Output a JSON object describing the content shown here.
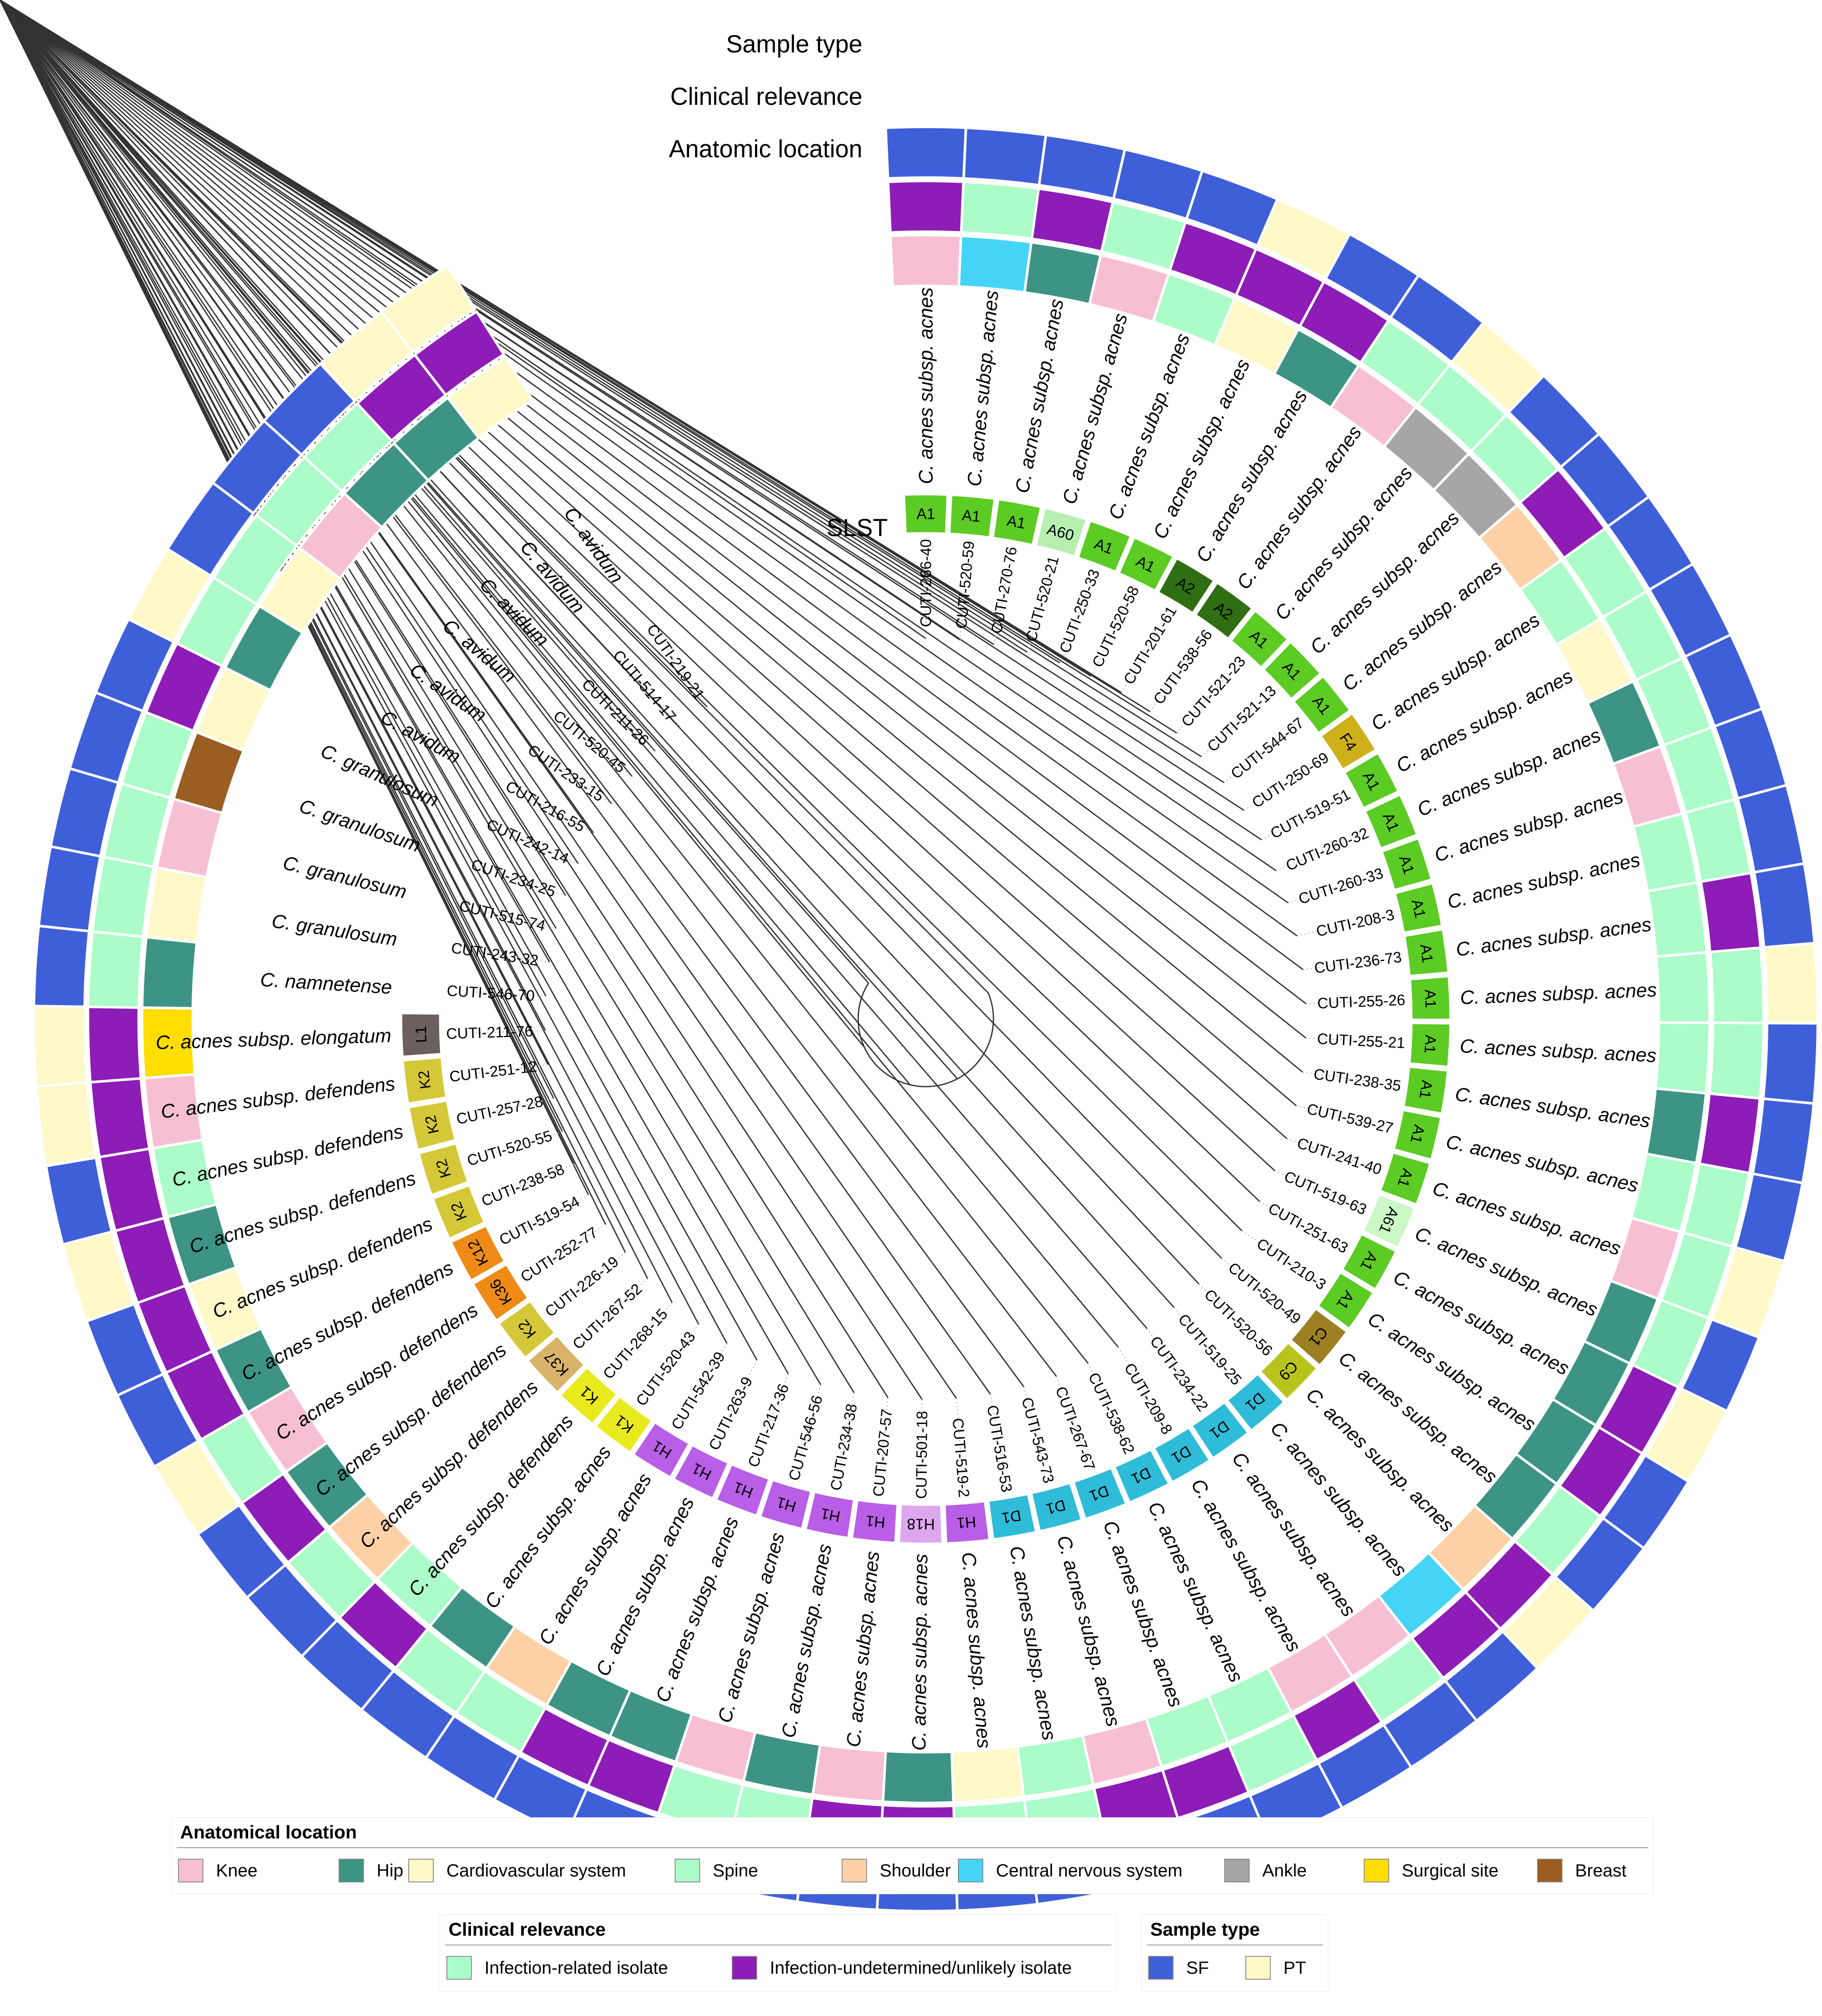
{
  "ring_labels": {
    "sample_type": "Sample type",
    "clinical_relevance": "Clinical relevance",
    "anatomic_location": "Anatomic location",
    "slst": "SLST"
  },
  "colors": {
    "Knee": "#f7bfd3",
    "Hip": "#3d9485",
    "Cardiovascular system": "#fff8c8",
    "Spine": "#abfcc8",
    "Shoulder": "#fdd1a5",
    "Central nervous system": "#45d4f5",
    "Ankle": "#a6a6a6",
    "Surgical site": "#ffdd00",
    "Breast": "#9a5e22",
    "Infection-related isolate": "#abfcc8",
    "Infection-undetermined/unlikely isolate": "#8e1cb7",
    "SF": "#3f5fd9",
    "PT": "#fff8c8"
  },
  "slst_colors": {
    "A1": "#5ccb23",
    "A2": "#2f6e12",
    "A60": "#b7efb1",
    "A61": "#ccf7c6",
    "F4": "#d0b01a",
    "C1": "#9c7f22",
    "C9": "#b8c41c",
    "D1": "#2fbcd8",
    "H1": "#b95ee6",
    "H18": "#dda7ef",
    "K1": "#e8ea1e",
    "K2": "#d5c838",
    "K12": "#ee8b16",
    "K36": "#ee8b16",
    "K37": "#d8b36a",
    "L1": "#6b5f5f"
  },
  "isolates": [
    {
      "id": "CUTI-266-40",
      "species": "C. acnes subsp. acnes",
      "slst": "A1",
      "anatomic": "Knee",
      "clinical": "Infection-undetermined/unlikely isolate",
      "sample": "SF"
    },
    {
      "id": "CUTI-520-59",
      "species": "C. acnes subsp. acnes",
      "slst": "A1",
      "anatomic": "Central nervous system",
      "clinical": "Infection-related isolate",
      "sample": "SF"
    },
    {
      "id": "CUTI-270-76",
      "species": "C. acnes subsp. acnes",
      "slst": "A1",
      "anatomic": "Hip",
      "clinical": "Infection-undetermined/unlikely isolate",
      "sample": "SF"
    },
    {
      "id": "CUTI-520-21",
      "species": "C. acnes subsp. acnes",
      "slst": "A60",
      "anatomic": "Knee",
      "clinical": "Infection-related isolate",
      "sample": "SF"
    },
    {
      "id": "CUTI-250-33",
      "species": "C. acnes subsp. acnes",
      "slst": "A1",
      "anatomic": "Spine",
      "clinical": "Infection-undetermined/unlikely isolate",
      "sample": "SF"
    },
    {
      "id": "CUTI-520-58",
      "species": "C. acnes subsp. acnes",
      "slst": "A1",
      "anatomic": "Cardiovascular system",
      "clinical": "Infection-undetermined/unlikely isolate",
      "sample": "PT"
    },
    {
      "id": "CUTI-201-61",
      "species": "C. acnes subsp. acnes",
      "slst": "A2",
      "anatomic": "Hip",
      "clinical": "Infection-undetermined/unlikely isolate",
      "sample": "SF"
    },
    {
      "id": "CUTI-538-56",
      "species": "C. acnes subsp. acnes",
      "slst": "A2",
      "anatomic": "Knee",
      "clinical": "Infection-related isolate",
      "sample": "SF"
    },
    {
      "id": "CUTI-521-23",
      "species": "C. acnes subsp. acnes",
      "slst": "A1",
      "anatomic": "Ankle",
      "clinical": "Infection-related isolate",
      "sample": "PT"
    },
    {
      "id": "CUTI-521-13",
      "species": "C. acnes subsp. acnes",
      "slst": "A1",
      "anatomic": "Ankle",
      "clinical": "Infection-related isolate",
      "sample": "SF"
    },
    {
      "id": "CUTI-544-67",
      "species": "C. acnes subsp. acnes",
      "slst": "A1",
      "anatomic": "Shoulder",
      "clinical": "Infection-undetermined/unlikely isolate",
      "sample": "SF"
    },
    {
      "id": "CUTI-250-69",
      "species": "C. acnes subsp. acnes",
      "slst": "F4",
      "anatomic": "Spine",
      "clinical": "Infection-related isolate",
      "sample": "SF"
    },
    {
      "id": "CUTI-519-51",
      "species": "C. acnes subsp. acnes",
      "slst": "A1",
      "anatomic": "Cardiovascular system",
      "clinical": "Infection-related isolate",
      "sample": "SF"
    },
    {
      "id": "CUTI-260-32",
      "species": "C. acnes subsp. acnes",
      "slst": "A1",
      "anatomic": "Hip",
      "clinical": "Infection-related isolate",
      "sample": "SF"
    },
    {
      "id": "CUTI-260-33",
      "species": "C. acnes subsp. acnes",
      "slst": "A1",
      "anatomic": "Knee",
      "clinical": "Infection-related isolate",
      "sample": "SF"
    },
    {
      "id": "CUTI-208-3",
      "species": "C. acnes subsp. acnes",
      "slst": "A1",
      "anatomic": "Spine",
      "clinical": "Infection-related isolate",
      "sample": "SF"
    },
    {
      "id": "CUTI-236-73",
      "species": "C. acnes subsp. acnes",
      "slst": "A1",
      "anatomic": "Spine",
      "clinical": "Infection-undetermined/unlikely isolate",
      "sample": "SF"
    },
    {
      "id": "CUTI-255-26",
      "species": "C. acnes subsp. acnes",
      "slst": "A1",
      "anatomic": "Spine",
      "clinical": "Infection-related isolate",
      "sample": "PT"
    },
    {
      "id": "CUTI-255-21",
      "species": "C. acnes subsp. acnes",
      "slst": "A1",
      "anatomic": "Spine",
      "clinical": "Infection-related isolate",
      "sample": "SF"
    },
    {
      "id": "CUTI-238-35",
      "species": "C. acnes subsp. acnes",
      "slst": "A1",
      "anatomic": "Hip",
      "clinical": "Infection-undetermined/unlikely isolate",
      "sample": "SF"
    },
    {
      "id": "CUTI-539-27",
      "species": "C. acnes subsp. acnes",
      "slst": "A1",
      "anatomic": "Spine",
      "clinical": "Infection-related isolate",
      "sample": "SF"
    },
    {
      "id": "CUTI-241-40",
      "species": "C. acnes subsp. acnes",
      "slst": "A1",
      "anatomic": "Knee",
      "clinical": "Infection-related isolate",
      "sample": "PT"
    },
    {
      "id": "CUTI-519-63",
      "species": "C. acnes subsp. acnes",
      "slst": "A61",
      "anatomic": "Hip",
      "clinical": "Infection-related isolate",
      "sample": "SF"
    },
    {
      "id": "CUTI-251-63",
      "species": "C. acnes subsp. acnes",
      "slst": "A1",
      "anatomic": "Hip",
      "clinical": "Infection-undetermined/unlikely isolate",
      "sample": "PT"
    },
    {
      "id": "CUTI-210-3",
      "species": "C. acnes subsp. acnes",
      "slst": "A1",
      "anatomic": "Hip",
      "clinical": "Infection-undetermined/unlikely isolate",
      "sample": "SF"
    },
    {
      "id": "CUTI-520-49",
      "species": "C. acnes subsp. acnes",
      "slst": "C1",
      "anatomic": "Hip",
      "clinical": "Infection-related isolate",
      "sample": "SF"
    },
    {
      "id": "CUTI-520-56",
      "species": "C. acnes subsp. acnes",
      "slst": "C9",
      "anatomic": "Shoulder",
      "clinical": "Infection-undetermined/unlikely isolate",
      "sample": "PT"
    },
    {
      "id": "CUTI-519-25",
      "species": "C. acnes subsp. acnes",
      "slst": "D1",
      "anatomic": "Central nervous system",
      "clinical": "Infection-undetermined/unlikely isolate",
      "sample": "SF"
    },
    {
      "id": "CUTI-234-22",
      "species": "C. acnes subsp. acnes",
      "slst": "D1",
      "anatomic": "Knee",
      "clinical": "Infection-related isolate",
      "sample": "SF"
    },
    {
      "id": "CUTI-209-8",
      "species": "C. acnes subsp. acnes",
      "slst": "D1",
      "anatomic": "Knee",
      "clinical": "Infection-undetermined/unlikely isolate",
      "sample": "SF"
    },
    {
      "id": "CUTI-538-62",
      "species": "C. acnes subsp. acnes",
      "slst": "D1",
      "anatomic": "Spine",
      "clinical": "Infection-related isolate",
      "sample": "SF"
    },
    {
      "id": "CUTI-267-67",
      "species": "C. acnes subsp. acnes",
      "slst": "D1",
      "anatomic": "Spine",
      "clinical": "Infection-undetermined/unlikely isolate",
      "sample": "SF"
    },
    {
      "id": "CUTI-543-73",
      "species": "C. acnes subsp. acnes",
      "slst": "D1",
      "anatomic": "Knee",
      "clinical": "Infection-undetermined/unlikely isolate",
      "sample": "SF"
    },
    {
      "id": "CUTI-516-53",
      "species": "C. acnes subsp. acnes",
      "slst": "D1",
      "anatomic": "Spine",
      "clinical": "Infection-related isolate",
      "sample": "SF"
    },
    {
      "id": "CUTI-519-2",
      "species": "C. acnes subsp. acnes",
      "slst": "H1",
      "anatomic": "Cardiovascular system",
      "clinical": "Infection-related isolate",
      "sample": "SF"
    },
    {
      "id": "CUTI-501-18",
      "species": "C. acnes subsp. acnes",
      "slst": "H18",
      "anatomic": "Hip",
      "clinical": "Infection-undetermined/unlikely isolate",
      "sample": "SF"
    },
    {
      "id": "CUTI-207-57",
      "species": "C. acnes subsp. acnes",
      "slst": "H1",
      "anatomic": "Knee",
      "clinical": "Infection-undetermined/unlikely isolate",
      "sample": "SF"
    },
    {
      "id": "CUTI-234-38",
      "species": "C. acnes subsp. acnes",
      "slst": "H1",
      "anatomic": "Hip",
      "clinical": "Infection-related isolate",
      "sample": "SF"
    },
    {
      "id": "CUTI-546-56",
      "species": "C. acnes subsp. acnes",
      "slst": "H1",
      "anatomic": "Knee",
      "clinical": "Infection-related isolate",
      "sample": "PT"
    },
    {
      "id": "CUTI-217-36",
      "species": "C. acnes subsp. acnes",
      "slst": "H1",
      "anatomic": "Hip",
      "clinical": "Infection-undetermined/unlikely isolate",
      "sample": "SF"
    },
    {
      "id": "CUTI-263-9",
      "species": "C. acnes subsp. acnes",
      "slst": "H1",
      "anatomic": "Hip",
      "clinical": "Infection-undetermined/unlikely isolate",
      "sample": "SF"
    },
    {
      "id": "CUTI-542-39",
      "species": "C. acnes subsp. acnes",
      "slst": "H1",
      "anatomic": "Shoulder",
      "clinical": "Infection-related isolate",
      "sample": "SF"
    },
    {
      "id": "CUTI-520-43",
      "species": "C. acnes subsp. acnes",
      "slst": "K1",
      "anatomic": "Hip",
      "clinical": "Infection-related isolate",
      "sample": "SF"
    },
    {
      "id": "CUTI-268-15",
      "species": "C. acnes subsp. defendens",
      "slst": "K1",
      "anatomic": "Spine",
      "clinical": "Infection-undetermined/unlikely isolate",
      "sample": "SF"
    },
    {
      "id": "CUTI-267-52",
      "species": "C. acnes subsp. defendens",
      "slst": "K37",
      "anatomic": "Shoulder",
      "clinical": "Infection-related isolate",
      "sample": "SF"
    },
    {
      "id": "CUTI-226-19",
      "species": "C. acnes subsp. defendens",
      "slst": "K2",
      "anatomic": "Hip",
      "clinical": "Infection-undetermined/unlikely isolate",
      "sample": "SF"
    },
    {
      "id": "CUTI-252-77",
      "species": "C. acnes subsp. defendens",
      "slst": "K36",
      "anatomic": "Knee",
      "clinical": "Infection-related isolate",
      "sample": "PT"
    },
    {
      "id": "CUTI-519-54",
      "species": "C. acnes subsp. defendens",
      "slst": "K12",
      "anatomic": "Hip",
      "clinical": "Infection-undetermined/unlikely isolate",
      "sample": "SF"
    },
    {
      "id": "CUTI-238-58",
      "species": "C. acnes subsp. defendens",
      "slst": "K2",
      "anatomic": "Cardiovascular system",
      "clinical": "Infection-undetermined/unlikely isolate",
      "sample": "SF"
    },
    {
      "id": "CUTI-520-55",
      "species": "C. acnes subsp. defendens",
      "slst": "K2",
      "anatomic": "Hip",
      "clinical": "Infection-undetermined/unlikely isolate",
      "sample": "PT"
    },
    {
      "id": "CUTI-257-28",
      "species": "C. acnes subsp. defendens",
      "slst": "K2",
      "anatomic": "Spine",
      "clinical": "Infection-undetermined/unlikely isolate",
      "sample": "SF"
    },
    {
      "id": "CUTI-251-12",
      "species": "C. acnes subsp. defendens",
      "slst": "K2",
      "anatomic": "Knee",
      "clinical": "Infection-undetermined/unlikely isolate",
      "sample": "PT"
    },
    {
      "id": "CUTI-211-76",
      "species": "C. acnes subsp. elongatum",
      "slst": "L1",
      "anatomic": "Surgical site",
      "clinical": "Infection-undetermined/unlikely isolate",
      "sample": "PT"
    },
    {
      "id": "CUTI-546-70",
      "species": "C. namnetense",
      "slst": "",
      "anatomic": "Hip",
      "clinical": "Infection-related isolate",
      "sample": "SF"
    },
    {
      "id": "CUTI-243-32",
      "species": "C. granulosum",
      "slst": "",
      "anatomic": "Cardiovascular system",
      "clinical": "Infection-related isolate",
      "sample": "SF"
    },
    {
      "id": "CUTI-515-74",
      "species": "C. granulosum",
      "slst": "",
      "anatomic": "Knee",
      "clinical": "Infection-related isolate",
      "sample": "SF"
    },
    {
      "id": "CUTI-234-25",
      "species": "C. granulosum",
      "slst": "",
      "anatomic": "Breast",
      "clinical": "Infection-related isolate",
      "sample": "SF"
    },
    {
      "id": "CUTI-242-14",
      "species": "C. granulosum",
      "slst": "",
      "anatomic": "Cardiovascular system",
      "clinical": "Infection-undetermined/unlikely isolate",
      "sample": "SF"
    },
    {
      "id": "CUTI-216-55",
      "species": "C. avidum",
      "slst": "",
      "anatomic": "Hip",
      "clinical": "Infection-related isolate",
      "sample": "PT"
    },
    {
      "id": "CUTI-233-15",
      "species": "C. avidum",
      "slst": "",
      "anatomic": "Cardiovascular system",
      "clinical": "Infection-related isolate",
      "sample": "SF"
    },
    {
      "id": "CUTI-520-45",
      "species": "C. avidum",
      "slst": "",
      "anatomic": "Knee",
      "clinical": "Infection-related isolate",
      "sample": "SF"
    },
    {
      "id": "CUTI-211-26",
      "species": "C. avidum",
      "slst": "",
      "anatomic": "Hip",
      "clinical": "Infection-related isolate",
      "sample": "SF"
    },
    {
      "id": "CUTI-514-17",
      "species": "C. avidum",
      "slst": "",
      "anatomic": "Hip",
      "clinical": "Infection-undetermined/unlikely isolate",
      "sample": "PT"
    },
    {
      "id": "CUTI-219-21",
      "species": "C. avidum",
      "slst": "",
      "anatomic": "Cardiovascular system",
      "clinical": "Infection-undetermined/unlikely isolate",
      "sample": "PT"
    }
  ],
  "legends": {
    "anatomical": {
      "title": "Anatomical location",
      "items": [
        "Knee",
        "Hip",
        "Cardiovascular system",
        "Spine",
        "Shoulder",
        "Central nervous system",
        "Ankle",
        "Surgical site",
        "Breast"
      ]
    },
    "clinical": {
      "title": "Clinical relevance",
      "items": [
        "Infection-related isolate",
        "Infection-undetermined/unlikely isolate"
      ]
    },
    "sample": {
      "title": "Sample type",
      "items": [
        "SF",
        "PT"
      ]
    }
  }
}
